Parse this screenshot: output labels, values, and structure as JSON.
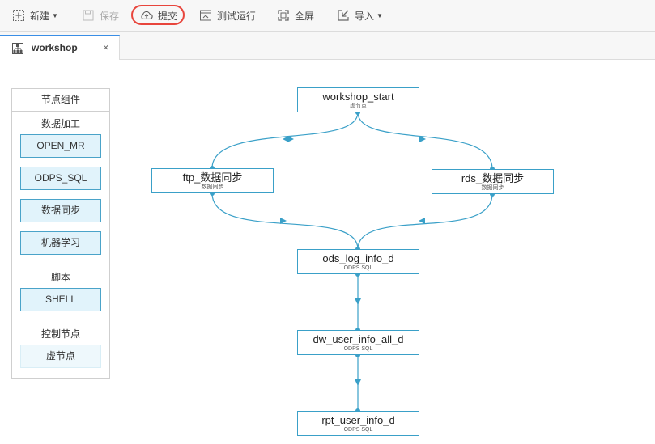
{
  "toolbar": {
    "new_label": "新建",
    "save_label": "保存",
    "submit_label": "提交",
    "test_run_label": "测试运行",
    "fullscreen_label": "全屏",
    "import_label": "导入"
  },
  "tabs": [
    {
      "label": "workshop",
      "close": "×"
    }
  ],
  "palette": {
    "title": "节点组件",
    "groups": [
      {
        "label": "数据加工",
        "items": [
          "OPEN_MR",
          "ODPS_SQL",
          "数据同步",
          "机器学习"
        ]
      },
      {
        "label": "脚本",
        "items": [
          "SHELL"
        ]
      },
      {
        "label": "控制节点",
        "items": [
          "虚节点"
        ]
      }
    ]
  },
  "graph": {
    "nodes": [
      {
        "name": "workshop_start",
        "type": "虚节点"
      },
      {
        "name": "ftp_数据同步",
        "type": "数据同步"
      },
      {
        "name": "rds_数据同步",
        "type": "数据同步"
      },
      {
        "name": "ods_log_info_d",
        "type": "ODPS SQL"
      },
      {
        "name": "dw_user_info_all_d",
        "type": "ODPS SQL"
      },
      {
        "name": "rpt_user_info_d",
        "type": "ODPS SQL"
      }
    ],
    "edges": [
      [
        "workshop_start",
        "ftp_数据同步"
      ],
      [
        "workshop_start",
        "rds_数据同步"
      ],
      [
        "ftp_数据同步",
        "ods_log_info_d"
      ],
      [
        "rds_数据同步",
        "ods_log_info_d"
      ],
      [
        "ods_log_info_d",
        "dw_user_info_all_d"
      ],
      [
        "dw_user_info_all_d",
        "rpt_user_info_d"
      ]
    ]
  },
  "colors": {
    "accent": "#3aa0c8",
    "highlight_ring": "#e8453c",
    "palette_item_bg": "#e1f3fb"
  }
}
